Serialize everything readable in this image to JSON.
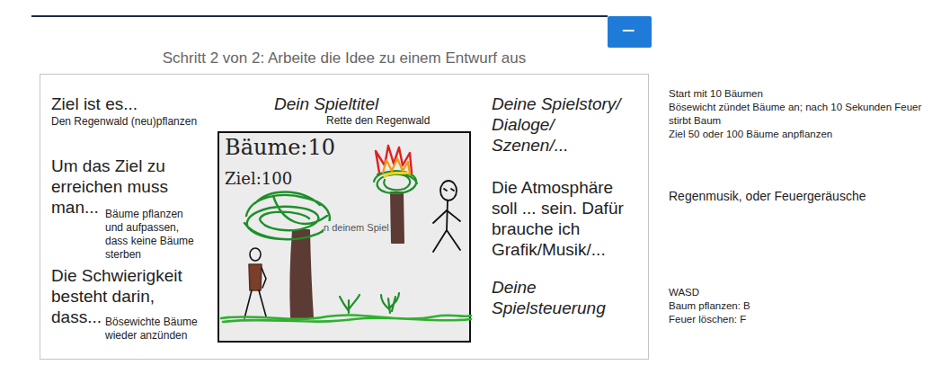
{
  "diagram": {
    "title": "Schritt 2 von 2: Arbeite die Idee zu einem Entwurf aus",
    "nodes": [
      {
        "text": [
          "−"
        ]
      },
      {
        "text": [
          "Ziel ist es...",
          "Den Regenwald (neu)pflanzen",
          "Um das Ziel zu erreichen muss man...",
          "Bäume pflanzen und aufpassen, dass keine Bäume sterben",
          "Die Schwierigkeit besteht darin, dass...",
          "Bösewichte Bäume wieder anzünden",
          "Dein Spieltitel",
          "Rette den Regenwald",
          "Deine Spielstory/ Dialoge/ Szenen/...",
          "Die Atmosphäre soll ... sein. Dafür brauche ich Grafik/Musik/...",
          "Deine Spielsteuerung"
        ]
      },
      {
        "text": [
          "Bäume:10",
          "Ziel:100",
          "n deinem Spiel"
        ],
        "in": 1
      }
    ],
    "labels": [
      "Start mit 10 Bäumen",
      "Bösewicht zündet Bäume an; nach 10 Sekunden Feuer stirbt Baum",
      "Ziel 50 oder 100 Bäume anpflanzen",
      "Regenmusik, oder Feuergeräusche",
      "WASD",
      "Baum pflanzen: B",
      "Feuer löschen: F"
    ]
  }
}
